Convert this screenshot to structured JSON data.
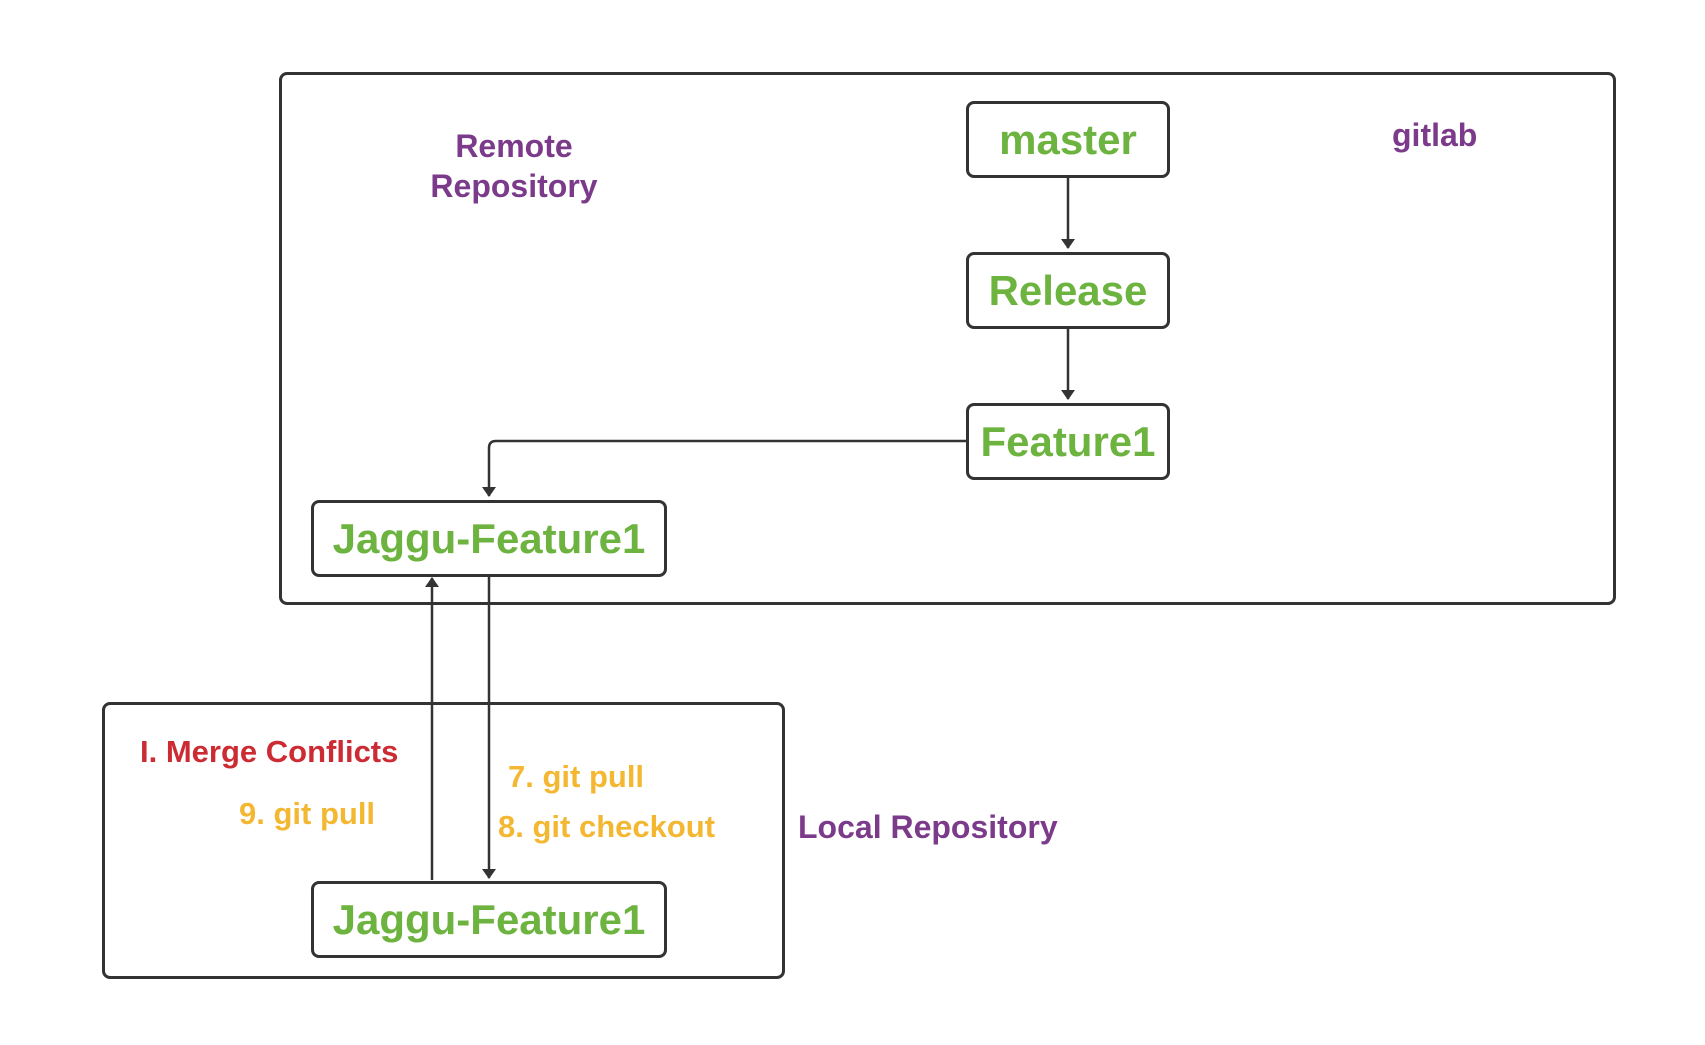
{
  "remote": {
    "title_line1": "Remote",
    "title_line2": "Repository",
    "host_label": "gitlab",
    "branches": {
      "master": "master",
      "release": "Release",
      "feature1": "Feature1",
      "jaggu_feature1": "Jaggu-Feature1"
    }
  },
  "local": {
    "title": "Local Repository",
    "branch": "Jaggu-Feature1"
  },
  "steps": {
    "merge_conflicts": "I. Merge Conflicts",
    "git_pull_9": "9. git pull",
    "git_pull_7": "7. git pull",
    "git_checkout_8": "8. git checkout"
  },
  "colors": {
    "branch_text": "#6db33f",
    "section_title": "#7b3a8a",
    "command_text": "#f4b731",
    "warning_text": "#cc2b33",
    "border": "#333333"
  }
}
